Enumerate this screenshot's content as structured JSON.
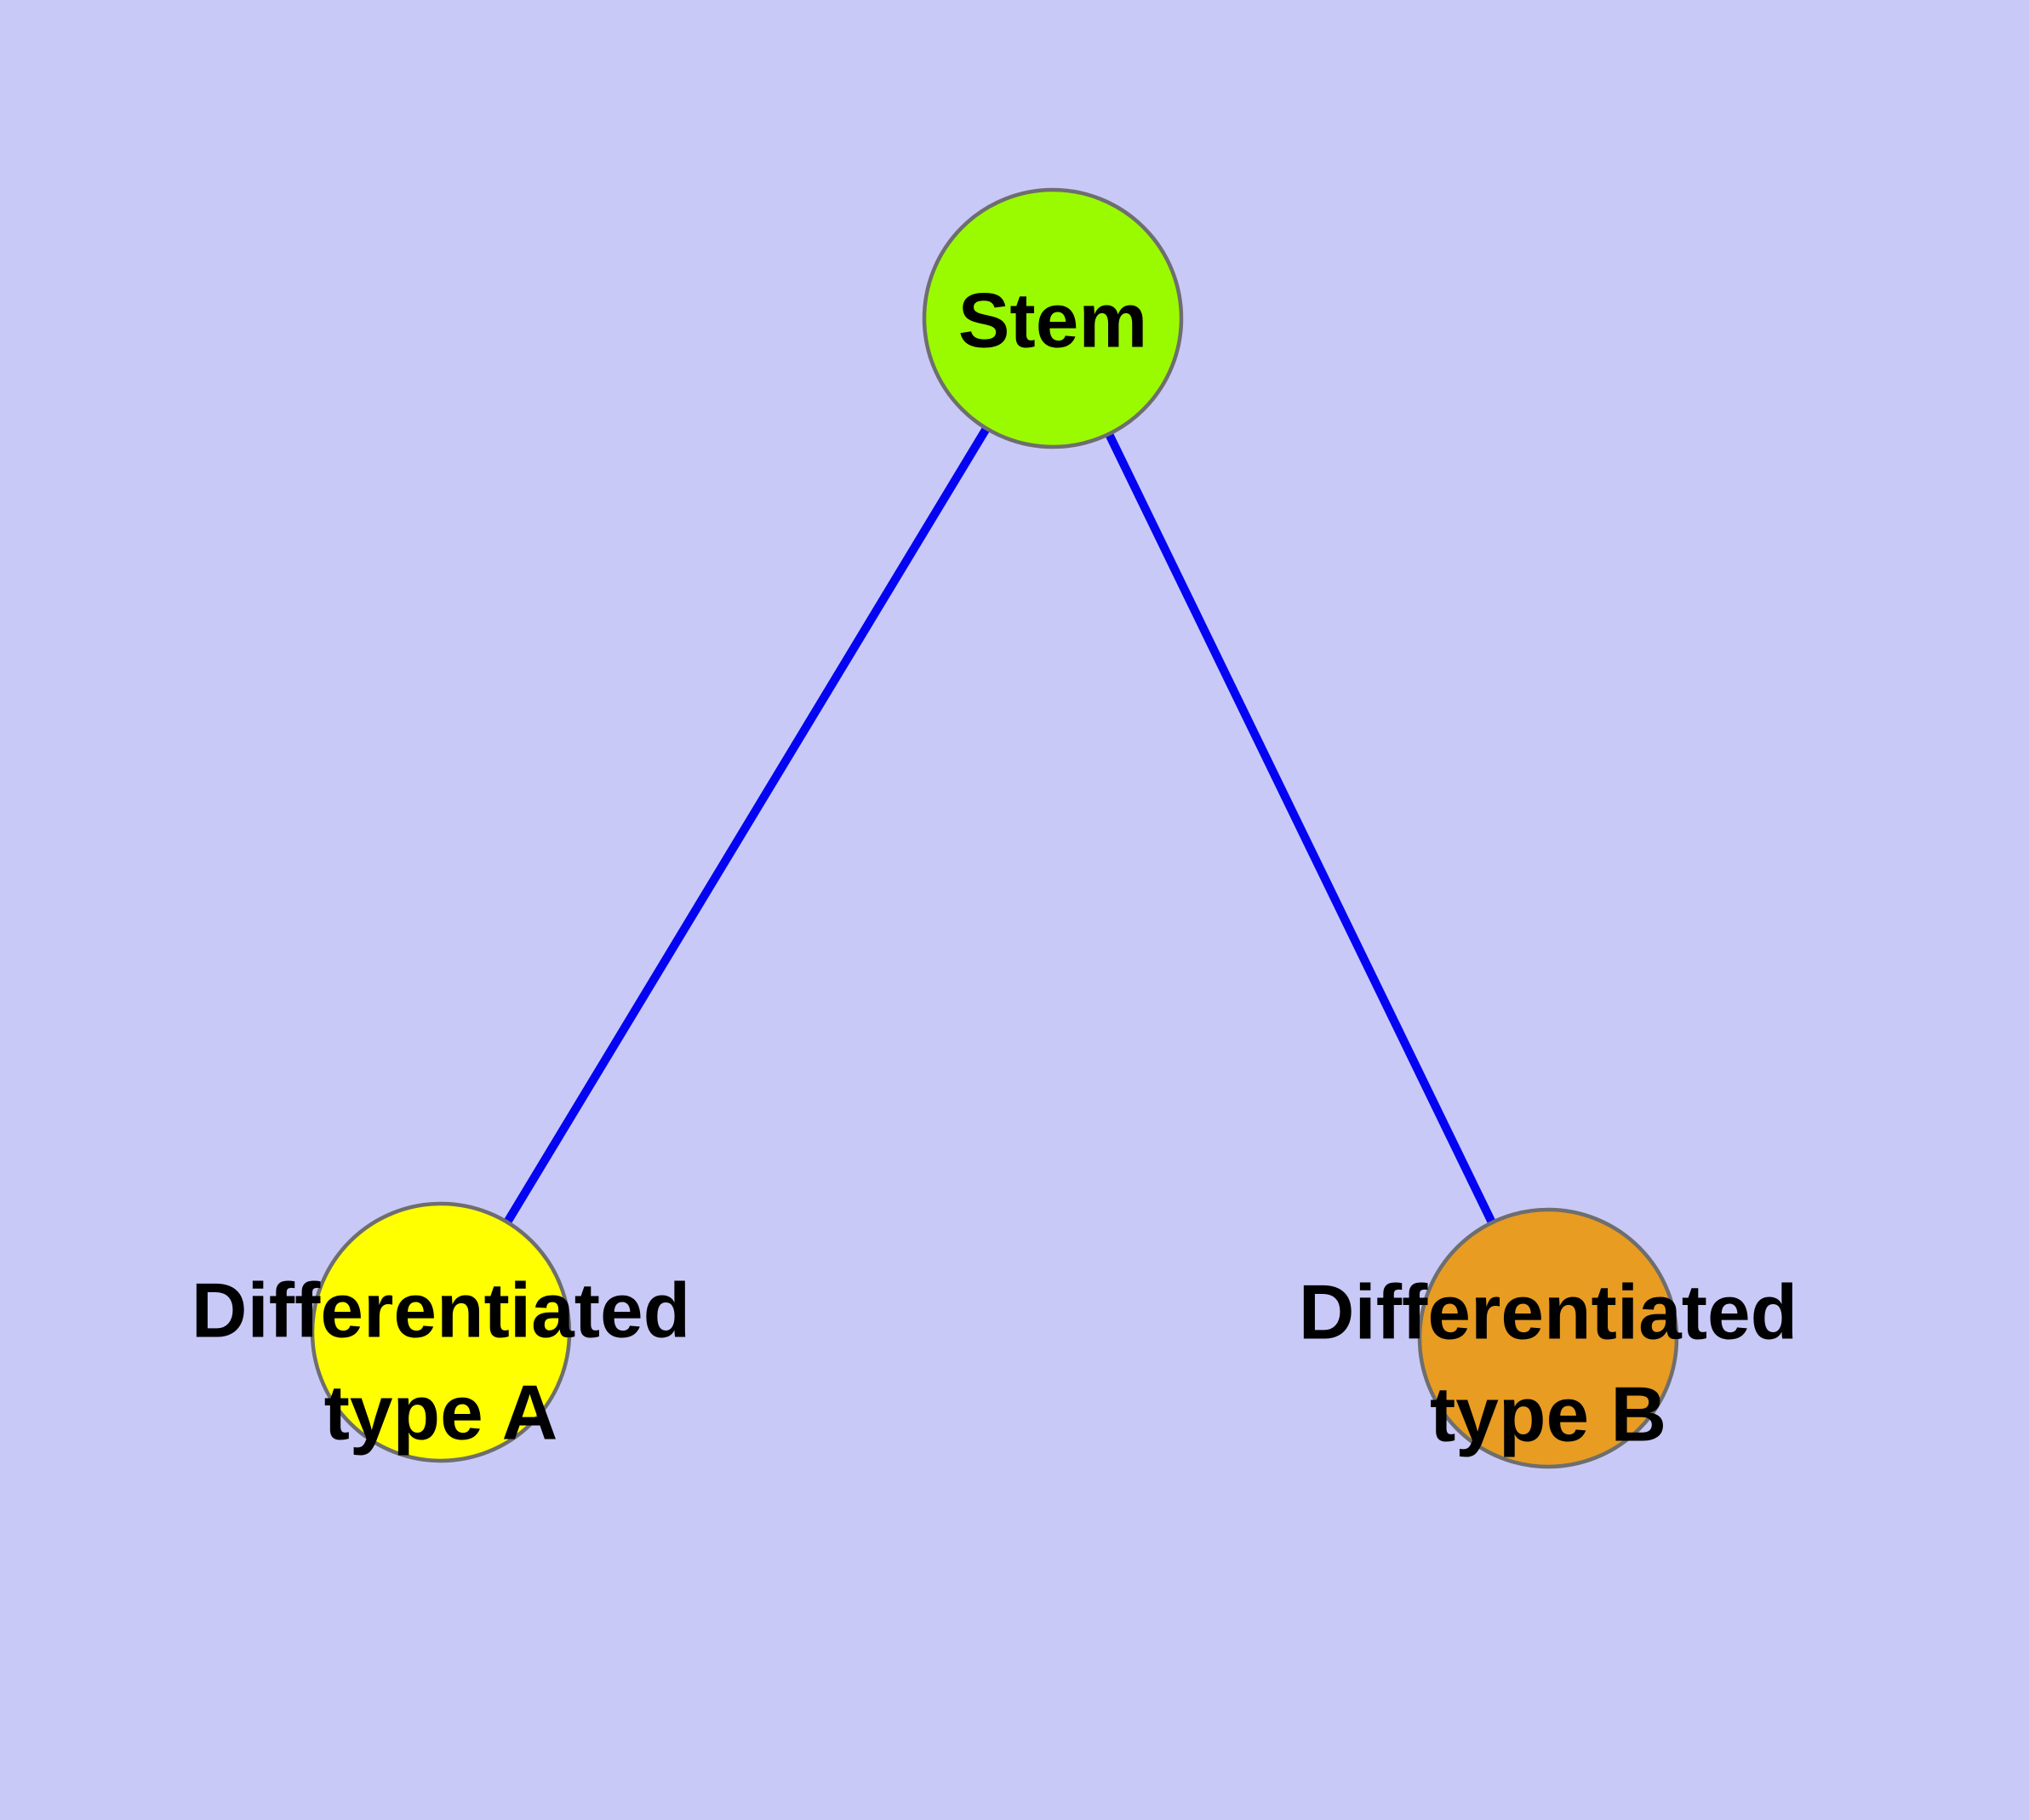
{
  "figure": {
    "kind": "node-link-diagram",
    "background_color": "#C9C9F8"
  },
  "style": {
    "node_frame_color": "#6E6E6E",
    "edge_color": "#0404F2",
    "label_color": "#000000"
  },
  "nodes": [
    {
      "id": "stem",
      "label": "Stem",
      "line1": "Stem",
      "line2": "",
      "fill": "#9AFB00"
    },
    {
      "id": "differentiated-type-a",
      "label": "Differentiated type A",
      "line1": "Differentiated",
      "line2": "type A",
      "fill": "#FFFF00"
    },
    {
      "id": "differentiated-type-b",
      "label": "Differentiated type B",
      "line1": "Differentiated",
      "line2": "type B",
      "fill": "#E89C22"
    }
  ],
  "edges": [
    {
      "from": "stem",
      "to": "differentiated-type-a"
    },
    {
      "from": "stem",
      "to": "differentiated-type-b"
    }
  ]
}
